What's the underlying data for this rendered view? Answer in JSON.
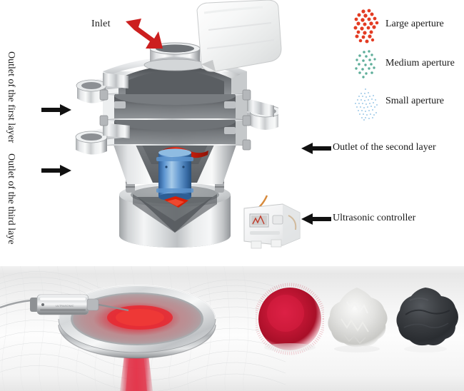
{
  "diagram": {
    "top_panel": {
      "inlet": {
        "label": "Inlet",
        "icon": "red-arrow-icon",
        "arrow_color": "#CC1F1F"
      },
      "left_outlets": [
        {
          "label": "Outlet of the first layer",
          "icon": "black-arrow-right-icon"
        },
        {
          "label": "Outlet of the third laye",
          "icon": "black-arrow-right-icon"
        }
      ],
      "right_callouts": [
        {
          "label": "Outlet of the second layer",
          "icon": "black-arrow-left-icon"
        },
        {
          "label": "Ultrasonic controller",
          "icon": "black-arrow-left-icon"
        }
      ],
      "legend": {
        "items": [
          {
            "label": "Large aperture",
            "swatch": "large-particle-cluster",
            "color": "#E33B22",
            "dot_size": 5.0,
            "count": 26
          },
          {
            "label": "Medium aperture",
            "swatch": "medium-particle-cluster",
            "color": "#5FAE9A",
            "dot_size": 3.4,
            "count": 20
          },
          {
            "label": "Small aperture",
            "swatch": "small-particle-cluster",
            "color": "#9DC9E8",
            "dot_size": 1.9,
            "count": 44
          }
        ]
      },
      "machine": {
        "name": "ultrasonic-rotary-vibrating-sieve",
        "body_color": "#D7D9DA",
        "interior_color": "#55585C",
        "motor_color": "#3E78BE",
        "counterweight_color": "#D81E05",
        "deck_count": 3
      },
      "feed_bag": {
        "name": "material-bag",
        "color": "#F2F3F4"
      },
      "controller": {
        "name": "ultrasonic-controller-box",
        "color": "#F4F5F6",
        "cable_color": "#D78A3C"
      }
    },
    "bottom_panel": {
      "transducer": {
        "name": "ultrasonic-transducer",
        "color": "#C9CBCC"
      },
      "screen": {
        "name": "sieve-screen-ring",
        "color": "#C6C8CA",
        "mesh_color": "#9FA2A5"
      },
      "powder_stream": {
        "name": "red-powder-stream",
        "color": "#D2203A"
      },
      "samples": [
        {
          "name": "red-powder-sample",
          "color": "#C21634"
        },
        {
          "name": "white-powder-sample",
          "color": "#DCDCDA"
        },
        {
          "name": "black-powder-sample",
          "color": "#3B3E42"
        }
      ]
    }
  }
}
